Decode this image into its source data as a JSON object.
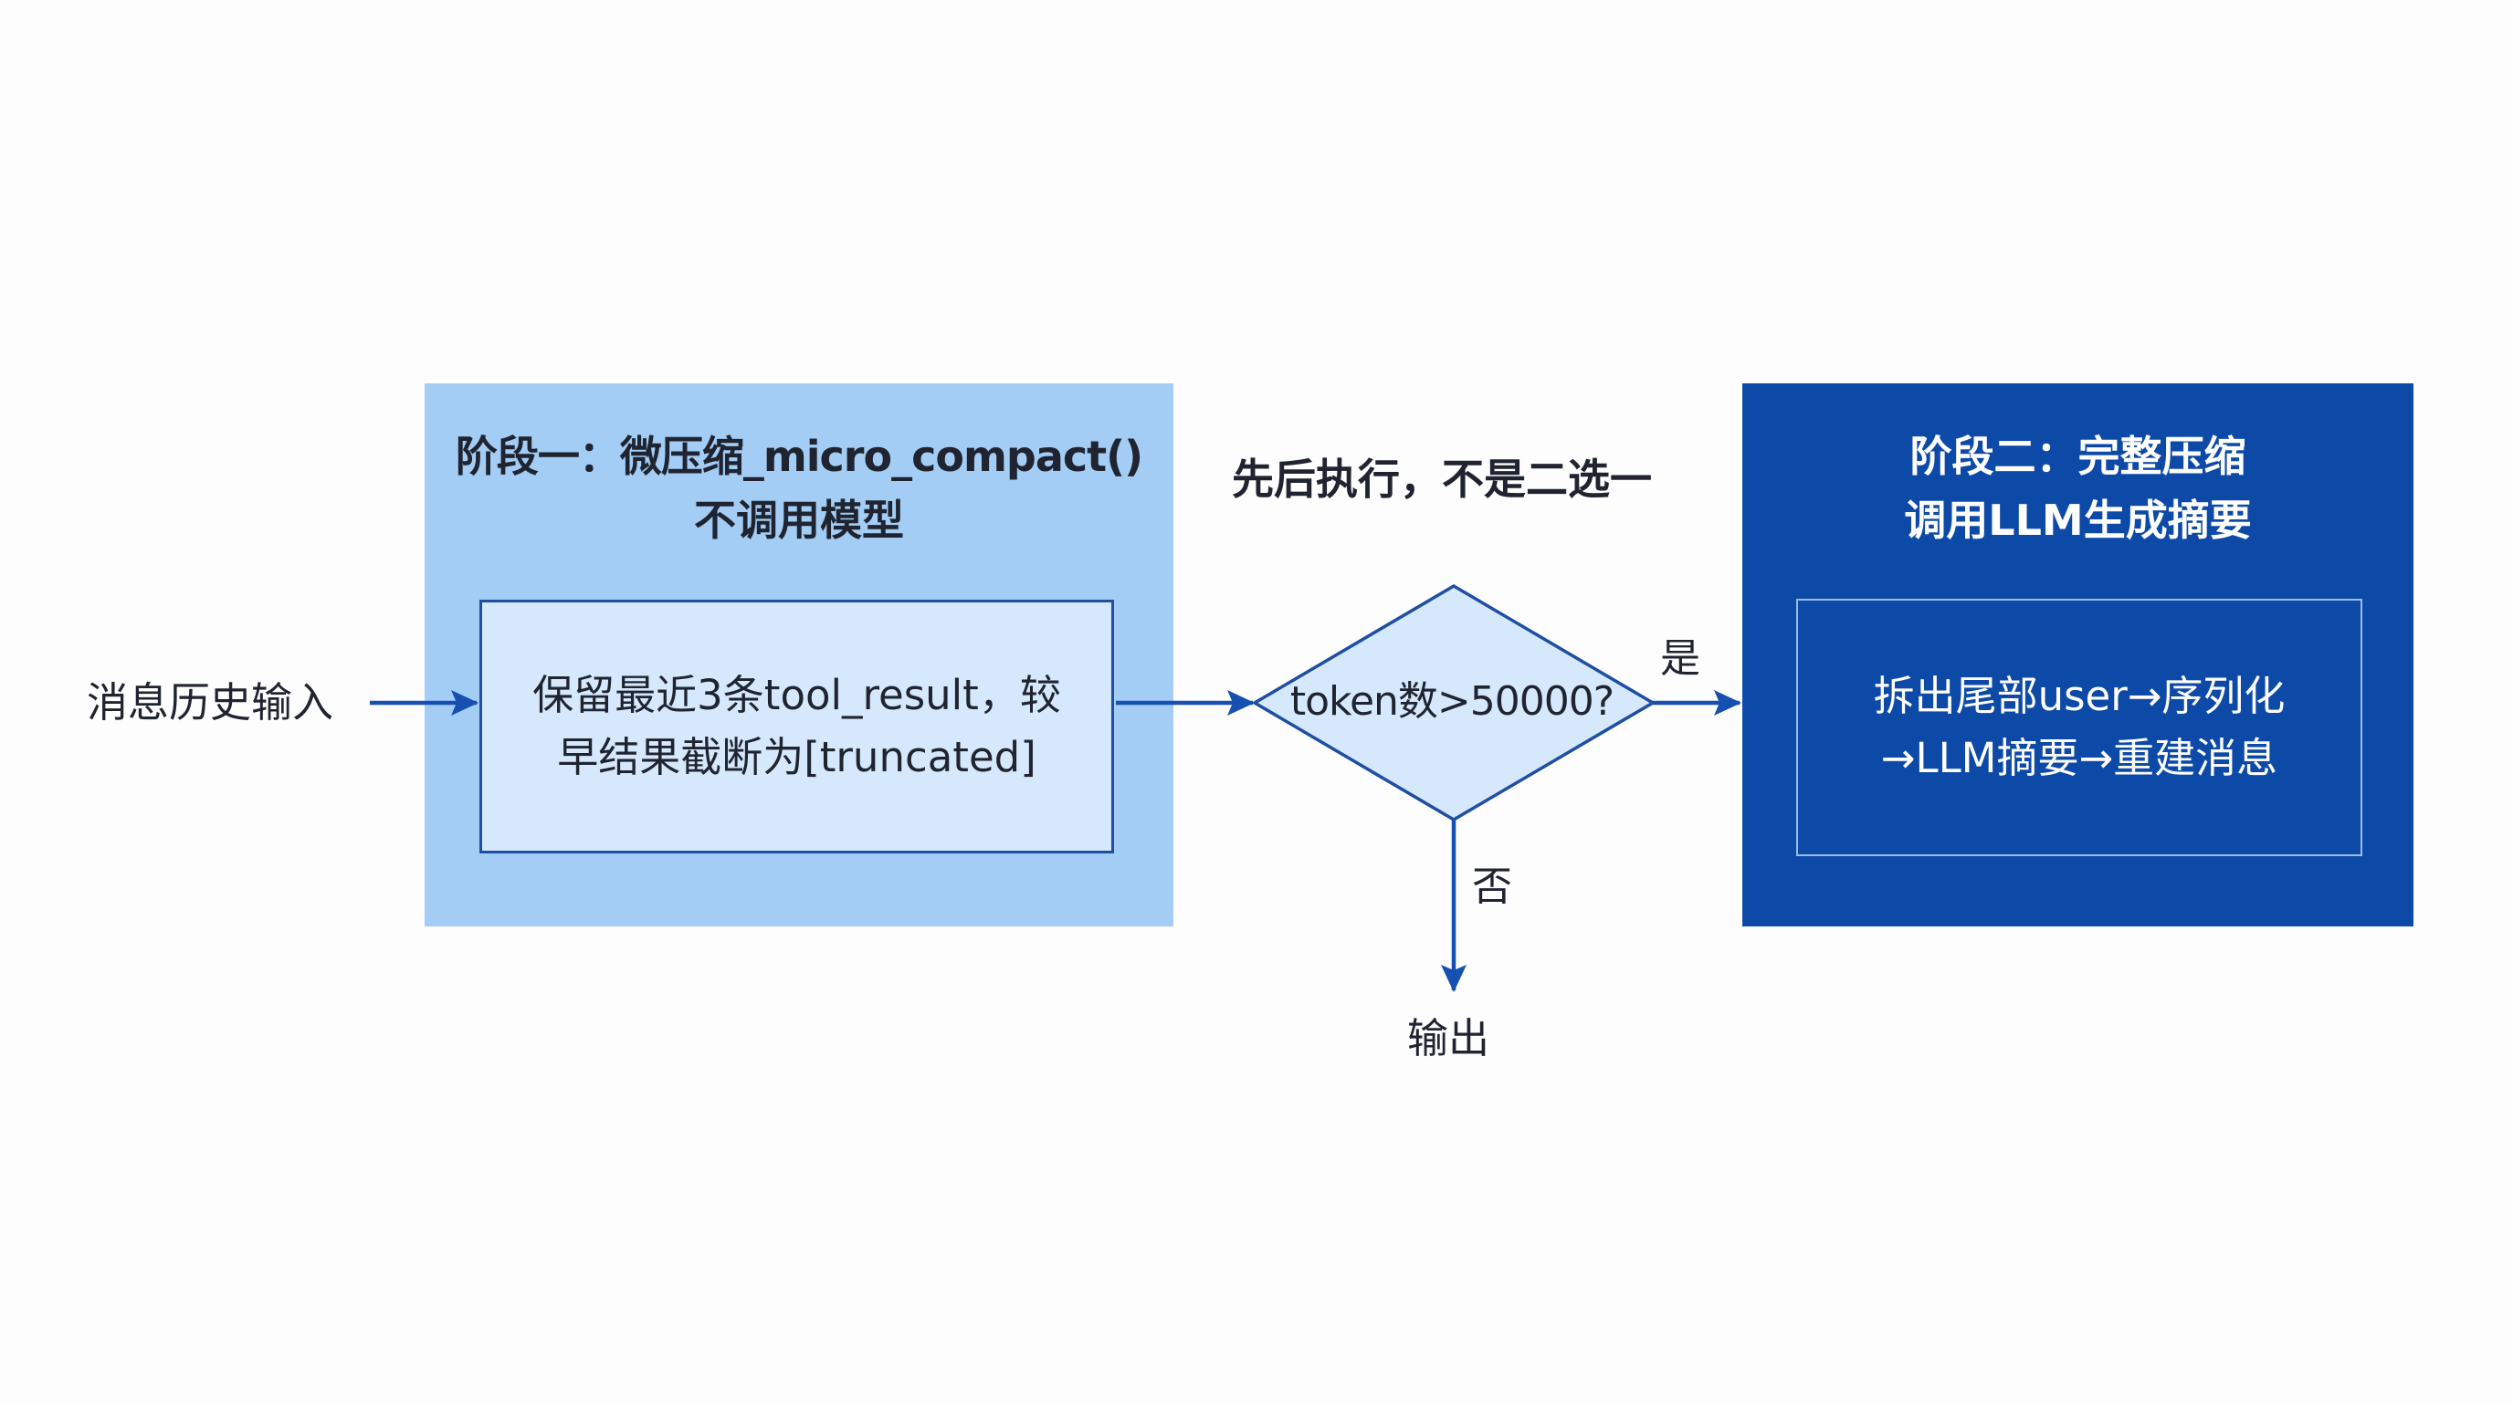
{
  "input": {
    "label": "消息历史输入"
  },
  "stage_one": {
    "title_line1": "阶段一：微压缩_micro_compact()",
    "title_line2": "不调用模型",
    "body_line1": "保留最近3条tool_result，较",
    "body_line2": "早结果截断为[truncated]",
    "panel_color": "#a3cdf5",
    "inner_color": "#d6e8fb"
  },
  "note": "先后执行，不是二选一",
  "decision": {
    "label": "token数>50000?",
    "yes_label": "是",
    "no_label": "否"
  },
  "output": {
    "label": "输出"
  },
  "stage_two": {
    "title_line1": "阶段二：完整压缩",
    "title_line2": "调用LLM生成摘要",
    "body_line1": "拆出尾部user→序列化",
    "body_line2": "→LLM摘要→重建消息",
    "panel_color": "#0d4aa8"
  },
  "colors": {
    "arrow": "#1650b0",
    "diamond_fill": "#d6e8fb",
    "diamond_stroke": "#1f4fa2"
  }
}
